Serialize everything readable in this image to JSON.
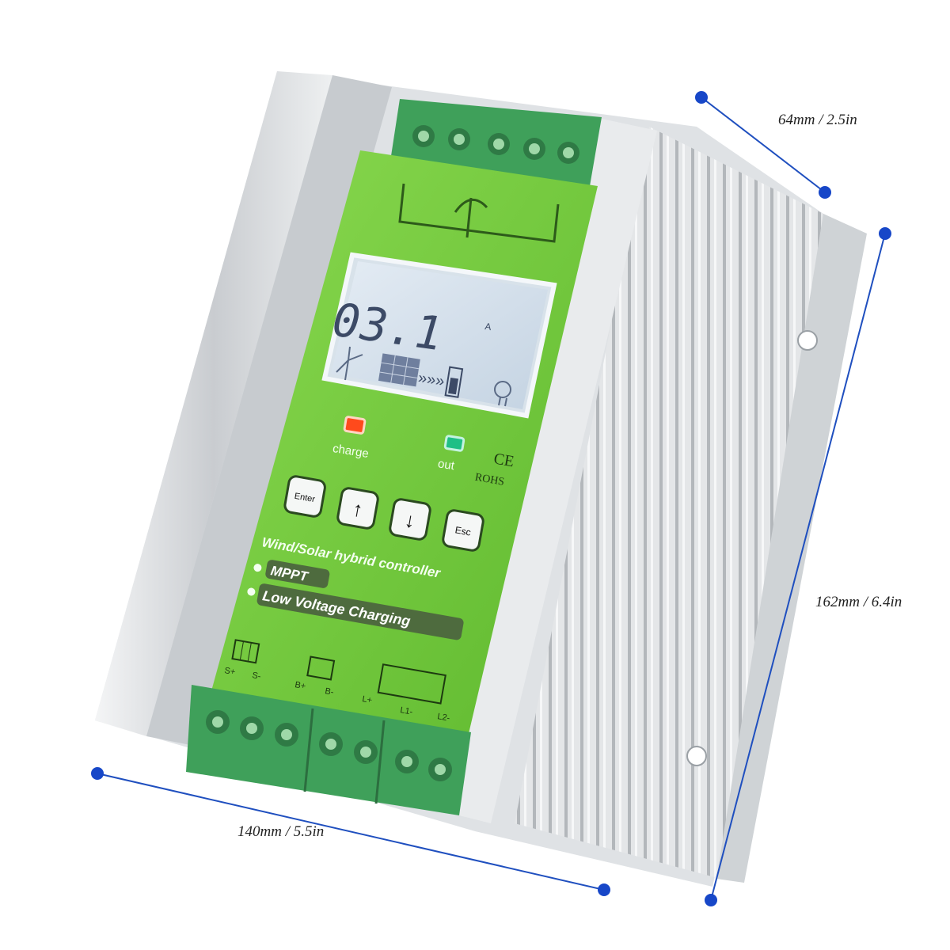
{
  "dimensions": {
    "depth": "64mm / 2.5in",
    "height": "162mm / 6.4in",
    "width": "140mm / 5.5in"
  },
  "display": {
    "reading": "03.1",
    "unit": "A"
  },
  "indicators": {
    "charge": "charge",
    "out": "out"
  },
  "certifications": {
    "ce": "CE",
    "rohs": "ROHS"
  },
  "buttons": {
    "enter": "Enter",
    "up": "↑",
    "down": "↓",
    "esc": "Esc"
  },
  "product": {
    "title": "Wind/Solar hybrid controller",
    "feature_1": "MPPT",
    "feature_2": "Low Voltage Charging"
  },
  "terminals": {
    "solar_pos": "S+",
    "solar_neg": "S-",
    "battery_pos": "B+",
    "battery_neg": "B-",
    "load_pos": "L+",
    "load_1": "L1-",
    "load_2": "L2-"
  },
  "colors": {
    "panel_green": "#6dc93c",
    "heatsink": "#d9dcdf",
    "dimension_line": "#1f4fbf",
    "dimension_dot": "#1747c8",
    "charge_led": "#ff4a1c",
    "out_led": "#1fbf86"
  }
}
